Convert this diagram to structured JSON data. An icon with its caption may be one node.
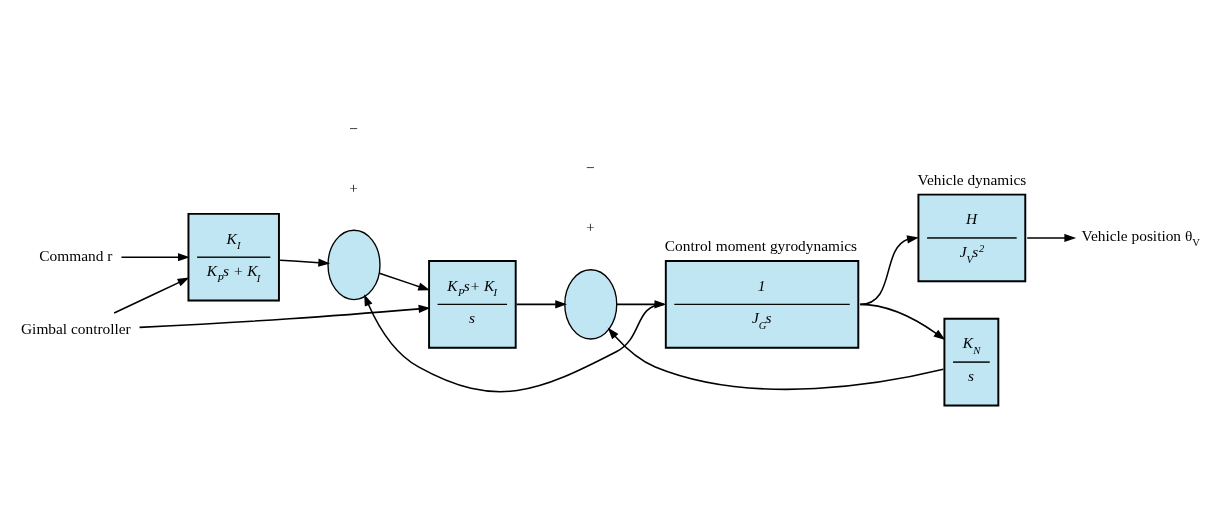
{
  "diagram": {
    "nodes": [
      {
        "text": [
          "Gimbal controller"
        ]
      },
      {
        "text": [
          "Command r"
        ]
      },
      {
        "text": [
          "K$_{I}$",
          "K$_{P}$s + K$_{I}$"
        ]
      },
      {
        "text": [],
        "shape": "circle"
      },
      {
        "text": [
          "K$_{P}$s+ K$_{I}$",
          "s"
        ]
      },
      {
        "text": [],
        "shape": "circle"
      },
      {
        "text": [
          "1",
          "J$_{G}$s"
        ],
        "beside": [
          "Control moment gyrodynamics"
        ]
      },
      {
        "text": [
          "H",
          "J$_{V}$s$^{2}$"
        ],
        "beside": [
          "Vehicle dynamics"
        ]
      },
      {
        "text": [
          "Vehicle position θ$_{V}$"
        ]
      },
      {
        "text": [
          "K$_{N}$",
          "s"
        ]
      }
    ],
    "edges": [
      {
        "from": 0,
        "to": 2,
        "arrow": "to"
      },
      {
        "from": 0,
        "to": 4,
        "arrow": "to"
      },
      {
        "from": 1,
        "to": 2,
        "arrow": "to"
      },
      {
        "from": 2,
        "to": 3,
        "arrow": "to"
      },
      {
        "from": 3,
        "to": 4,
        "arrow": "to"
      },
      {
        "from": 4,
        "to": 5,
        "arrow": "to"
      },
      {
        "from": 5,
        "to": 6,
        "arrow": "to"
      },
      {
        "from": 6,
        "to": 7,
        "arrow": "to"
      },
      {
        "from": 7,
        "to": 8,
        "arrow": "to"
      },
      {
        "from": 6,
        "to": 9,
        "arrow": "to"
      },
      {
        "from": 9,
        "to": 5,
        "arrow": "to"
      },
      {
        "from": 6,
        "to": 3,
        "arrow": "to"
      }
    ],
    "labels": [
      "+",
      "−",
      "+",
      "−"
    ]
  }
}
